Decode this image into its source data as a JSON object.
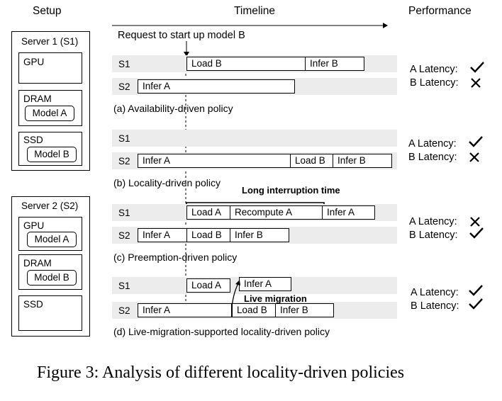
{
  "headers": {
    "setup": "Setup",
    "timeline": "Timeline",
    "performance": "Performance"
  },
  "setup": {
    "server1": {
      "title": "Server 1 (S1)",
      "gpu": "GPU",
      "dram": "DRAM",
      "dram_model": "Model A",
      "ssd": "SSD",
      "ssd_model": "Model B"
    },
    "server2": {
      "title": "Server 2 (S2)",
      "gpu": "GPU",
      "gpu_model": "Model A",
      "dram": "DRAM",
      "dram_model": "Model B",
      "ssd": "SSD"
    }
  },
  "request_label": "Request to start up model B",
  "panels": {
    "a": {
      "s1": "S1",
      "s2": "S2",
      "s1_load": "Load B",
      "s1_infer": "Infer B",
      "s2_infer": "Infer A",
      "caption": "(a) Availability-driven policy"
    },
    "b": {
      "s1": "S1",
      "s2": "S2",
      "s2_infer_a": "Infer A",
      "s2_load_b": "Load B",
      "s2_infer_b": "Infer B",
      "caption": "(b) Locality-driven policy"
    },
    "c": {
      "s1": "S1",
      "s2": "S2",
      "annotation": "Long interruption time",
      "s1_load_a": "Load A",
      "s1_recompute": "Recompute A",
      "s1_infer_a": "Infer A",
      "s2_infer_a": "Infer A",
      "s2_load_b": "Load B",
      "s2_infer_b": "Infer B",
      "caption": "(c) Preemption-driven policy"
    },
    "d": {
      "s1": "S1",
      "s2": "S2",
      "s1_load_a": "Load A",
      "s1_infer_a": "Infer A",
      "annotation": "Live migration",
      "s2_infer_a": "Infer A",
      "s2_load_b": "Load B",
      "s2_infer_b": "Infer B",
      "caption": "(d) Live-migration-supported locality-driven policy"
    }
  },
  "performance": {
    "a": {
      "a_label": "A Latency:",
      "a_ok": true,
      "b_label": "B Latency:",
      "b_ok": false
    },
    "b": {
      "a_label": "A Latency:",
      "a_ok": true,
      "b_label": "B Latency:",
      "b_ok": false
    },
    "c": {
      "a_label": "A Latency:",
      "a_ok": false,
      "b_label": "B Latency:",
      "b_ok": true
    },
    "d": {
      "a_label": "A Latency:",
      "a_ok": true,
      "b_label": "B Latency:",
      "b_ok": true
    }
  },
  "figure_caption": "Figure 3: Analysis of different locality-driven policies"
}
